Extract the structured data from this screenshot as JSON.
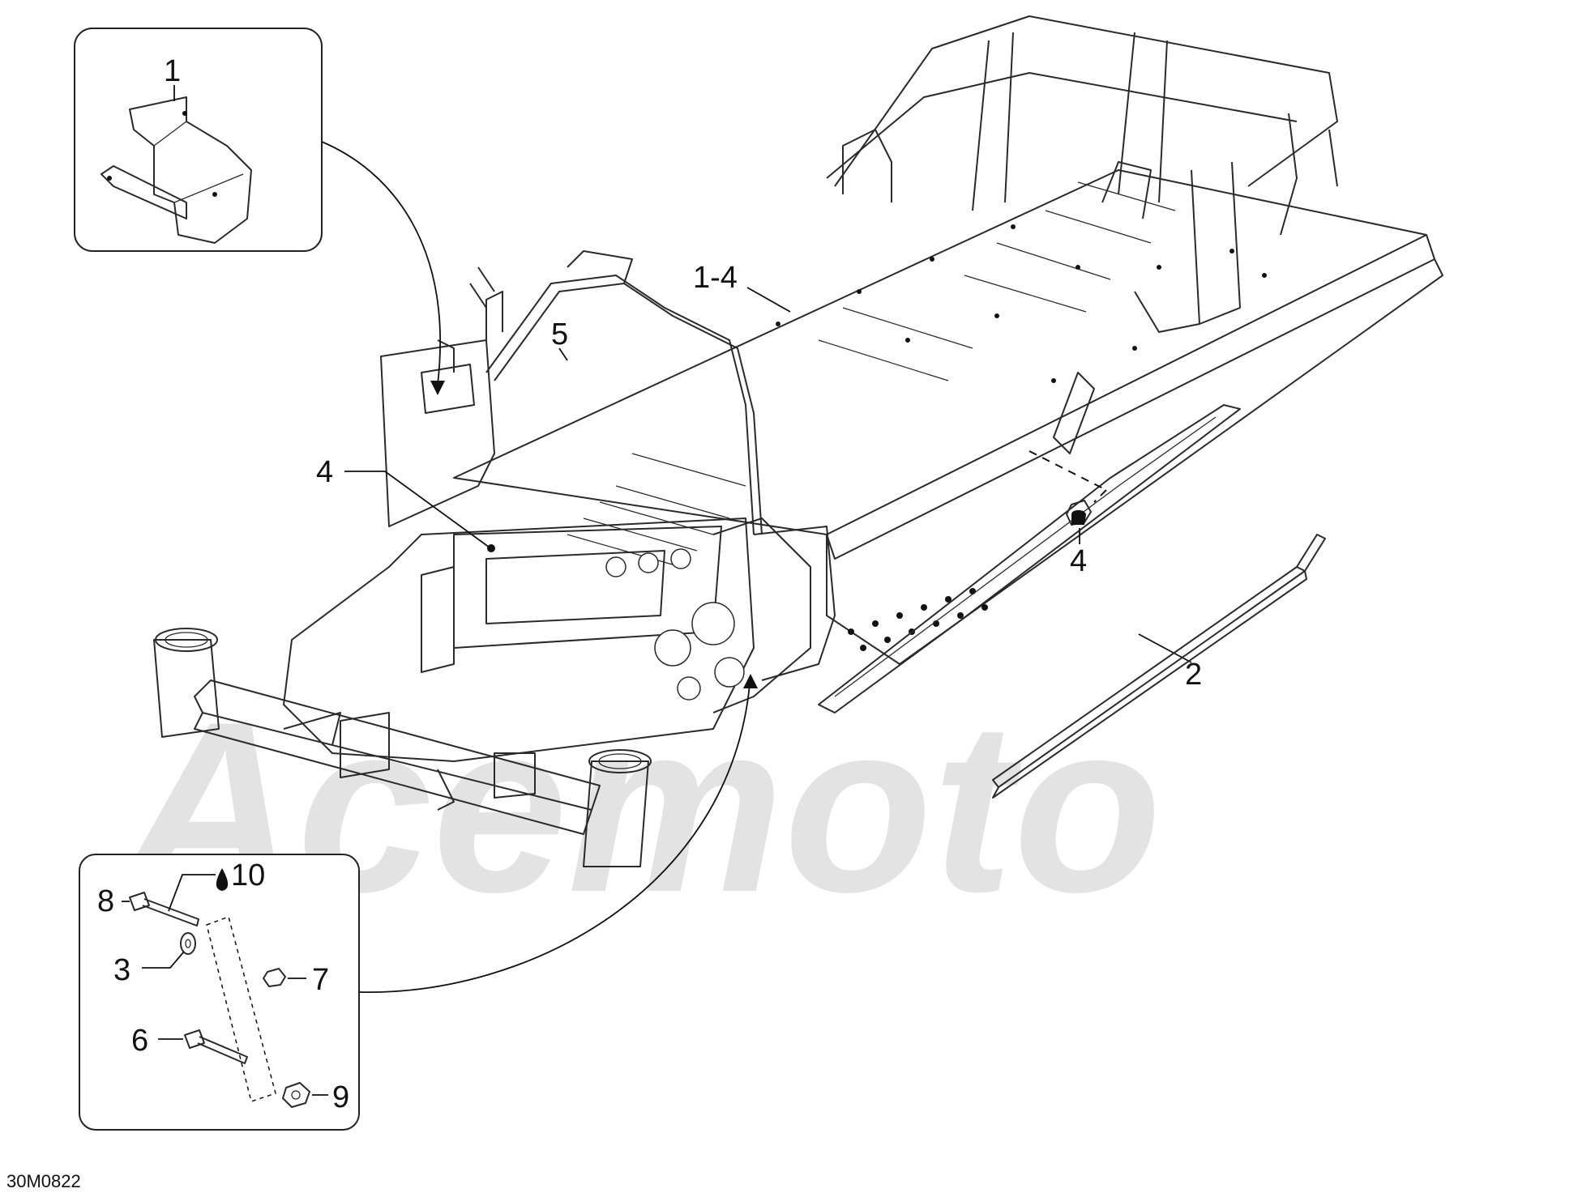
{
  "diagram": {
    "drawing_code": "30M0822",
    "watermark": "Acemoto",
    "callouts": {
      "inset_bracket": "1",
      "main_assembly": "1-4",
      "front_bar": "5",
      "left_plug": "4",
      "right_plug": "4",
      "runner": "2",
      "bolt_long": "8",
      "loctite": "10",
      "washer": "3",
      "nut_small": "7",
      "bolt_short": "6",
      "nut_flange": "9"
    },
    "colors": {
      "line": "#2a2a2a",
      "watermark": "#e3e3e3",
      "background": "#ffffff"
    }
  }
}
